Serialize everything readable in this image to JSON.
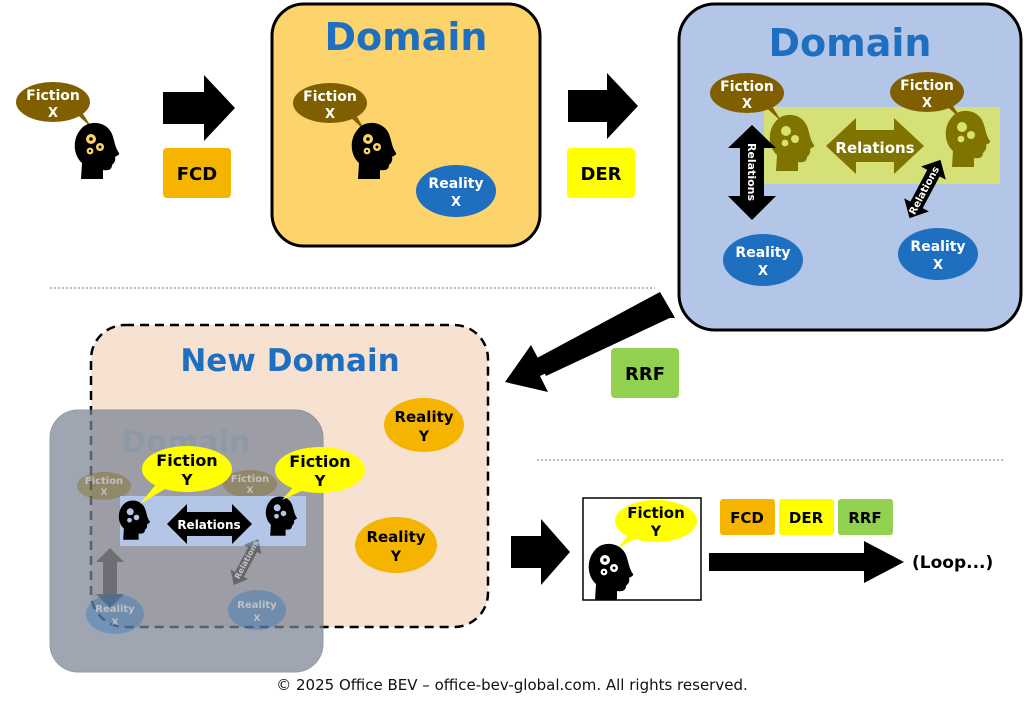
{
  "domain_word": "Domain",
  "new_domain_word": "New Domain",
  "fiction_word": "Fiction",
  "reality_word": "Reality",
  "relations_word": "Relations",
  "x_letter": "X",
  "y_letter": "Y",
  "steps": {
    "fcd": "FCD",
    "der": "DER",
    "rrf": "RRF"
  },
  "loop_label": "(Loop...)",
  "footer": "© 2025 Office BEV – office-bev-global.com. All rights reserved.",
  "colors": {
    "domain_yellow": "#fcd46b",
    "domain_blue": "#b4c6e7",
    "new_domain": "#f7e1d1",
    "old_domain_gray": "#7b8595",
    "fiction_brown": "#7f5f00",
    "fiction_yellow": "#ffff00",
    "reality_blue": "#1f6fc1",
    "reality_orange": "#f4b400",
    "relations_band": "#d8e36a",
    "fcd_orange": "#f5b400",
    "der_yellow": "#ffff00",
    "rrf_green": "#92d050",
    "title_blue": "#1f6fc1"
  }
}
